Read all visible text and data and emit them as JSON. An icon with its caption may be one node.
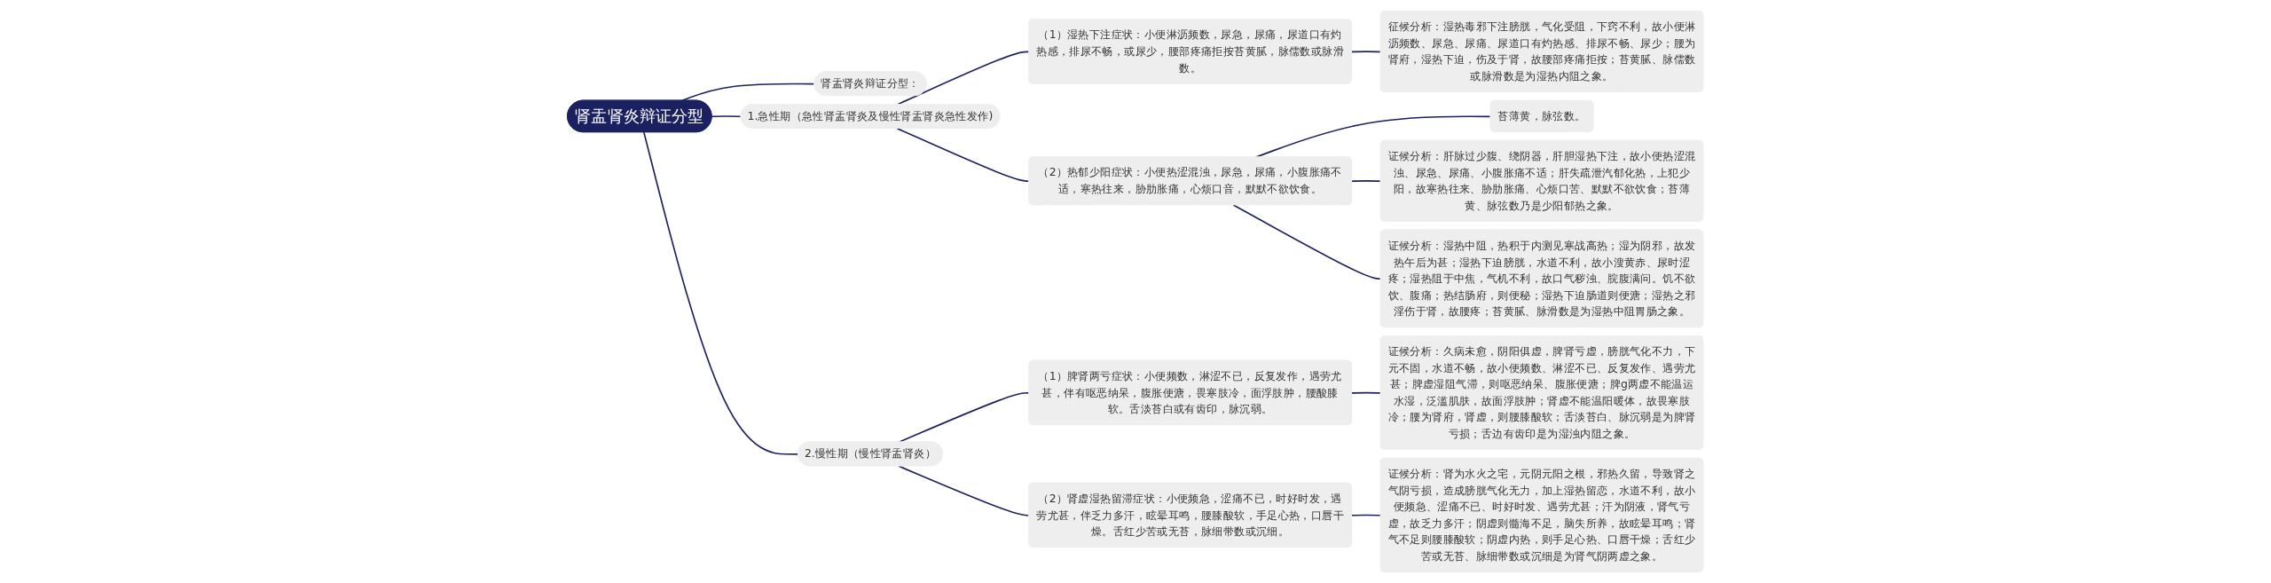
{
  "diagram": {
    "nodes": [
      {
        "text": [
          "肾盂肾炎辩证分型"
        ]
      },
      {
        "text": [
          "肾盂肾炎辩证分型："
        ]
      },
      {
        "text": [
          "1.急性期（急性肾盂肾炎及慢性肾盂肾炎急性发作)"
        ]
      },
      {
        "text": [
          "（1）湿热下注症状：小便淋沥频数，尿急，尿痛，尿道口有灼热感，排尿不畅，或尿少，腰部疼痛拒按苔黄腻，脉儒数或脉滑数。"
        ]
      },
      {
        "text": [
          "征候分析：湿热毒邪下注膀胱，气化受阻，下窍不利，故小便淋沥频数、尿急、尿痛、尿道口有灼热感、排尿不畅、尿少；腰为肾府，湿热下迫，伤及于肾，故腰部疼痛拒按；苔黄腻、脉儒数或脉滑数是为湿热内阻之象。"
        ]
      },
      {
        "text": [
          "（2）热郁少阳症状：小便热涩混浊，尿急，尿痛，小腹胀痛不适，寒热往来，胁肋胀痛，心烦口音，默默不欲饮食。"
        ]
      },
      {
        "text": [
          "苔薄黄，脉弦数。"
        ]
      },
      {
        "text": [
          "证候分析：肝脉过少腹、绕阴器，肝胆湿热下注，故小便热涩混浊、尿急、尿痛、小腹胀痛不适；肝失疏泄汽郁化热，上犯少阳，故寒热往来、胁肋胀痛、心烦口苦、默默不欲饮食；苔薄黄、脉弦数乃是少阳郁热之象。"
        ]
      },
      {
        "text": [
          "证候分析：湿热中阻，热积于内测见寒战高热；湿为阴邪，故发热午后为甚；湿热下迫膀胱，水道不利，故小溲黄赤、尿时涩疼；湿热阻于中焦，气机不利，故口气秽浊、脘腹满问。饥不欲饮、腹痛；热结肠府，则便秘；湿热下迫肠道则便溏；湿热之邪淫伤于肾，故腰疼；苔黄腻、脉滑数是为湿热中阻胃肠之象。"
        ]
      },
      {
        "text": [
          "2.慢性期（慢性肾盂肾炎）"
        ]
      },
      {
        "text": [
          "（1）脾肾两亏症状：小便频数，淋涩不已，反复发作，遇劳尤甚，伴有呕恶纳呆，腹胀便溏，畏寒肢冷，面浮肢肿，腰酸膝软。舌淡苔白或有齿印，脉沉弱。"
        ]
      },
      {
        "text": [
          "证候分析：久病未愈，阴阳俱虚，脾肾亏虚，膀胱气化不力，下元不固，水道不畅，故小便频数、淋涩不已、反复发作、遇劳尤甚；脾虚湿阻气滞，则呕恶纳呆、腹胀便溏；脾g两虚不能温运水湿，泛滥肌肤，故面浮肢肿；肾虚不能温阳暖体，故畏寒肢冷；腰为肾府，肾虚，则腰膝酸软；舌淡苔白、脉沉弱是为脾肾亏损；舌边有齿印是为湿浊内阻之象。"
        ]
      },
      {
        "text": [
          "（2）肾虚湿热留滞症状：小便频急，涩痛不已，时好时发，遇劳尤甚，伴乏力多汗，眩晕耳鸣，腰膝酸软，手足心热，口唇干燥。舌红少苦或无苔，脉细带数或沉细。"
        ]
      },
      {
        "text": [
          "证候分析：肾为水火之宅，元阴元阳之根，邪热久留，导致肾之气阴亏损，造成膀胱气化无力，加上湿热留恋，水道不利，故小便频急、涩痛不已、时好时发、遇劳尤甚；汗为阴液，肾气亏虚，故乏力多汗；阴虚则髓海不足，脑失所养，故眩晕耳鸣；肾气不足则腰膝酸软；阴虚内热，则手足心热、口唇干燥；舌红少苦或无苔、脉细带数或沉细是为肾气阴两虚之象。"
        ]
      }
    ],
    "edges": [
      {
        "from": 0,
        "to": 1,
        "arrow": "none"
      },
      {
        "from": 0,
        "to": 2,
        "arrow": "none"
      },
      {
        "from": 2,
        "to": 3,
        "arrow": "none"
      },
      {
        "from": 3,
        "to": 4,
        "arrow": "none"
      },
      {
        "from": 2,
        "to": 5,
        "arrow": "none"
      },
      {
        "from": 5,
        "to": 6,
        "arrow": "none"
      },
      {
        "from": 5,
        "to": 7,
        "arrow": "none"
      },
      {
        "from": 5,
        "to": 8,
        "arrow": "none"
      },
      {
        "from": 0,
        "to": 9,
        "arrow": "none"
      },
      {
        "from": 9,
        "to": 10,
        "arrow": "none"
      },
      {
        "from": 10,
        "to": 11,
        "arrow": "none"
      },
      {
        "from": 9,
        "to": 12,
        "arrow": "none"
      },
      {
        "from": 12,
        "to": 13,
        "arrow": "none"
      }
    ]
  }
}
